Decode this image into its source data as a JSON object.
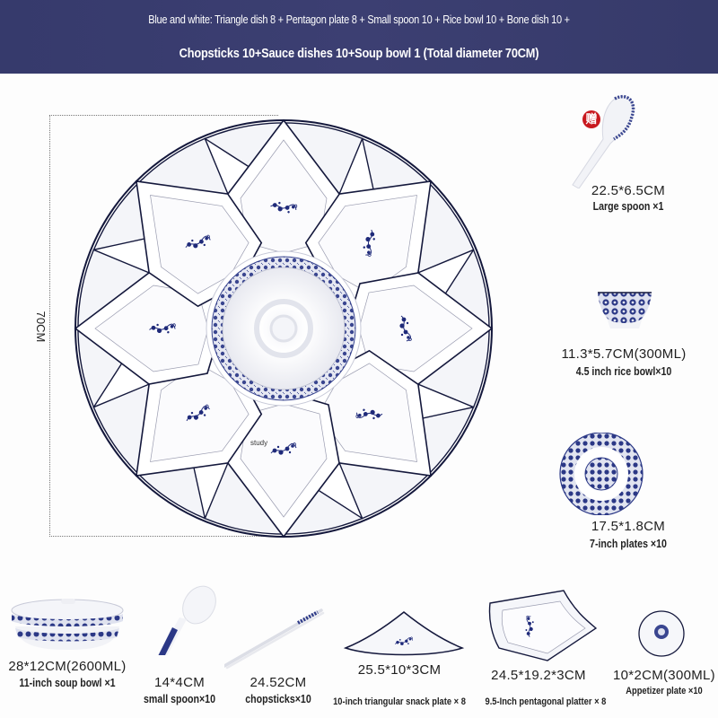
{
  "header": {
    "line1": "Blue and white: Triangle dish 8 + Pentagon plate 8 + Small spoon 10 + Rice bowl 10 + Bone dish 10 +",
    "line2": "Chopsticks 10+Sauce dishes 10+Soup bowl 1 (Total diameter 70CM)",
    "background_color": "#3a3d6f"
  },
  "main_image": {
    "dimension_label": "70CM",
    "watermark": "study",
    "outer_pieces": 8,
    "inner_petals": 8,
    "center_piece": "soup bowl"
  },
  "side_products": [
    {
      "badge": "赠",
      "dims": "22.5*6.5CM",
      "name": "Large spoon ×1",
      "icon": "large-spoon-icon"
    },
    {
      "dims": "11.3*5.7CM(300ML)",
      "name": "4.5 inch rice bowl×10",
      "icon": "rice-bowl-icon"
    },
    {
      "dims": "17.5*1.8CM",
      "name": "7-inch plates ×10",
      "icon": "plate-icon"
    }
  ],
  "bottom_products": [
    {
      "dims": "28*12CM(2600ML)",
      "name": "11-inch soup bowl ×1",
      "icon": "soup-bowl-icon"
    },
    {
      "dims": "14*4CM",
      "name": "small spoon×10",
      "icon": "small-spoon-icon"
    },
    {
      "dims": "24.52CM",
      "name": "chopsticks×10",
      "icon": "chopsticks-icon"
    },
    {
      "dims": "25.5*10*3CM",
      "name": "10-inch triangular snack plate × 8",
      "icon": "triangle-plate-icon"
    },
    {
      "dims": "24.5*19.2*3CM",
      "name": "9.5-Inch pentagonal platter × 8",
      "icon": "pentagon-platter-icon"
    },
    {
      "dims": "10*2CM(300ML)",
      "name": "Appetizer plate ×10",
      "icon": "appetizer-plate-icon"
    }
  ],
  "colors": {
    "porcelain_blue": "#1f2a7a",
    "gift_red": "#c8181e",
    "outline": "#14183c"
  }
}
